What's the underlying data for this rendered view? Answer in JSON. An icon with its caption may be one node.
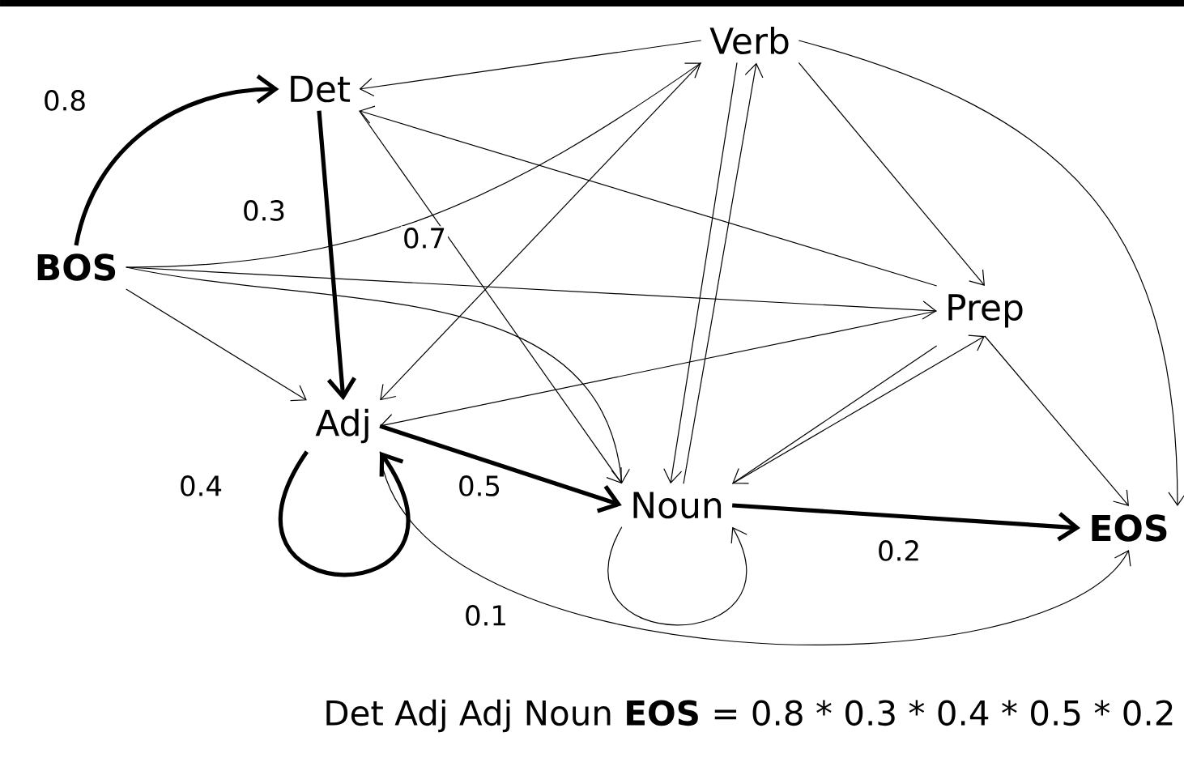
{
  "diagram": {
    "nodes": [
      {
        "text": [
          "Det"
        ]
      },
      {
        "text": [
          "Verb"
        ]
      },
      {
        "text": [
          "BOS"
        ]
      },
      {
        "text": [
          "Prep"
        ]
      },
      {
        "text": [
          "Adj"
        ]
      },
      {
        "text": [
          "Noun"
        ]
      },
      {
        "text": [
          "EOS"
        ]
      }
    ],
    "edges": [
      {
        "from": 2,
        "to": 0,
        "arrow": "to",
        "style": "thick",
        "label": "0.8"
      },
      {
        "from": 0,
        "to": 4,
        "arrow": "to",
        "style": "thick",
        "label": "0.3"
      },
      {
        "from": 4,
        "to": 4,
        "arrow": "to",
        "style": "thick",
        "label": "0.4"
      },
      {
        "from": 4,
        "to": 5,
        "arrow": "to",
        "style": "thick",
        "label": "0.5"
      },
      {
        "from": 5,
        "to": 6,
        "arrow": "to",
        "style": "thick",
        "label": "0.2"
      },
      {
        "from": 4,
        "to": 6,
        "arrow": "to",
        "label": "0.1"
      },
      {
        "from": 0,
        "to": 5,
        "arrow": "to",
        "label": "0.7"
      },
      {
        "from": 1,
        "to": 0,
        "arrow": "to"
      },
      {
        "from": 3,
        "to": 0,
        "arrow": "to"
      },
      {
        "from": 2,
        "to": 1,
        "arrow": "to"
      },
      {
        "from": 1,
        "to": 4,
        "arrow": "to"
      },
      {
        "from": 2,
        "to": 3,
        "arrow": "to"
      },
      {
        "from": 2,
        "to": 5,
        "arrow": "to"
      },
      {
        "from": 2,
        "to": 4,
        "arrow": "to"
      },
      {
        "from": 1,
        "to": 5,
        "arrow": "to"
      },
      {
        "from": 5,
        "to": 1,
        "arrow": "to"
      },
      {
        "from": 1,
        "to": 3,
        "arrow": "to"
      },
      {
        "from": 1,
        "to": 6,
        "arrow": "to"
      },
      {
        "from": 3,
        "to": 4,
        "arrow": "to"
      },
      {
        "from": 3,
        "to": 5,
        "arrow": "to"
      },
      {
        "from": 5,
        "to": 3,
        "arrow": "to"
      },
      {
        "from": 3,
        "to": 6,
        "arrow": "to"
      },
      {
        "from": 5,
        "to": 5,
        "arrow": "to"
      }
    ],
    "labels": [
      "Det Adj Adj Noun **EOS** = 0.8 * 0.3 * 0.4 * 0.5 * 0.2"
    ]
  }
}
